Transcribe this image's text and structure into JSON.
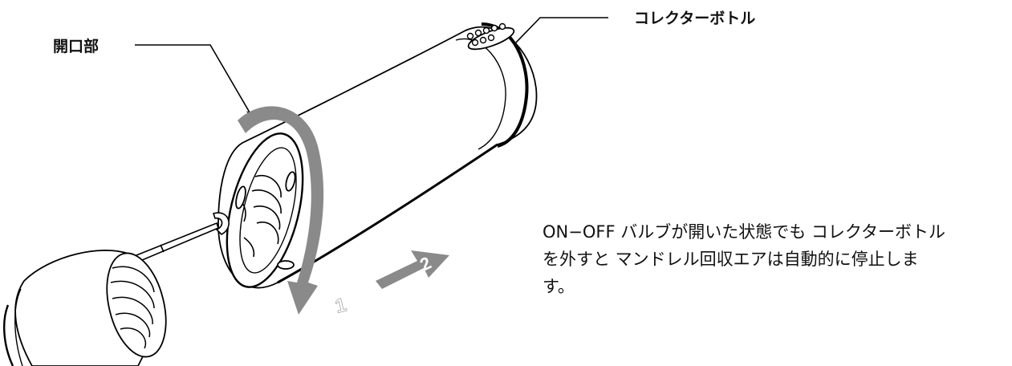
{
  "labels": {
    "opening": "開口部",
    "collector_bottle": "コレクターボトル"
  },
  "arrow_steps": {
    "step1": "1",
    "step2": "2"
  },
  "description": {
    "lines": [
      "ON−OFF バルブが開いた状態でも コレクターボトル",
      "を外すと マンドレル回収エアは自動的に停止しま",
      "す。"
    ]
  },
  "colors": {
    "line": "#000000",
    "arrow_gray": "#8a8a8a",
    "background": "#ffffff"
  }
}
